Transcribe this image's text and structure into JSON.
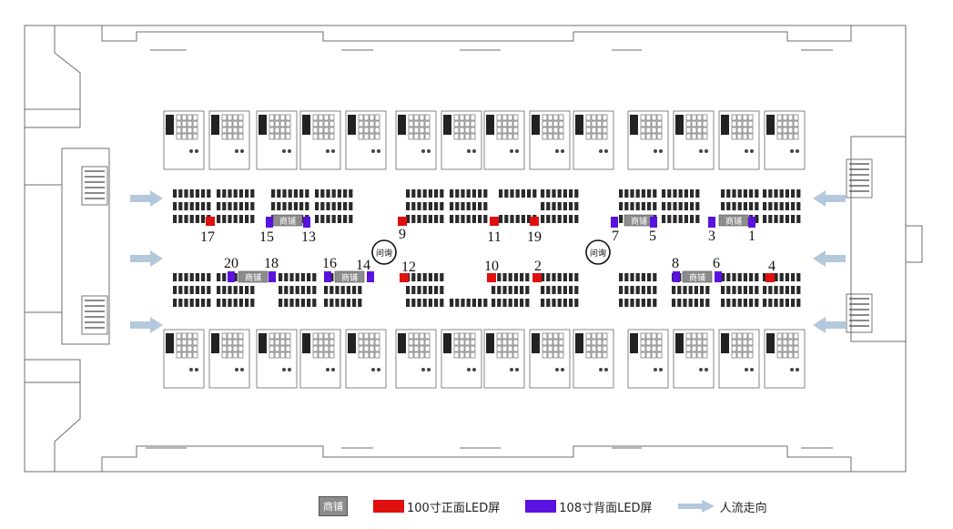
{
  "markers": {
    "shop_label": "商铺",
    "info_desk_label": "问询"
  },
  "legend": {
    "shop": "商铺",
    "front_led": "100寸正面LED屏",
    "back_led": "108寸背面LED屏",
    "flow": "人流走向"
  },
  "screen_numbers": [
    "1",
    "2",
    "3",
    "4",
    "5",
    "6",
    "7",
    "8",
    "9",
    "10",
    "11",
    "12",
    "13",
    "14",
    "15",
    "16",
    "17",
    "18",
    "19",
    "20"
  ],
  "colors": {
    "front_led": "#e01010",
    "back_led": "#5a12e0",
    "shop": "#8c8c8c",
    "flow_arrow": "#b4c8dc",
    "line": "#555555"
  }
}
